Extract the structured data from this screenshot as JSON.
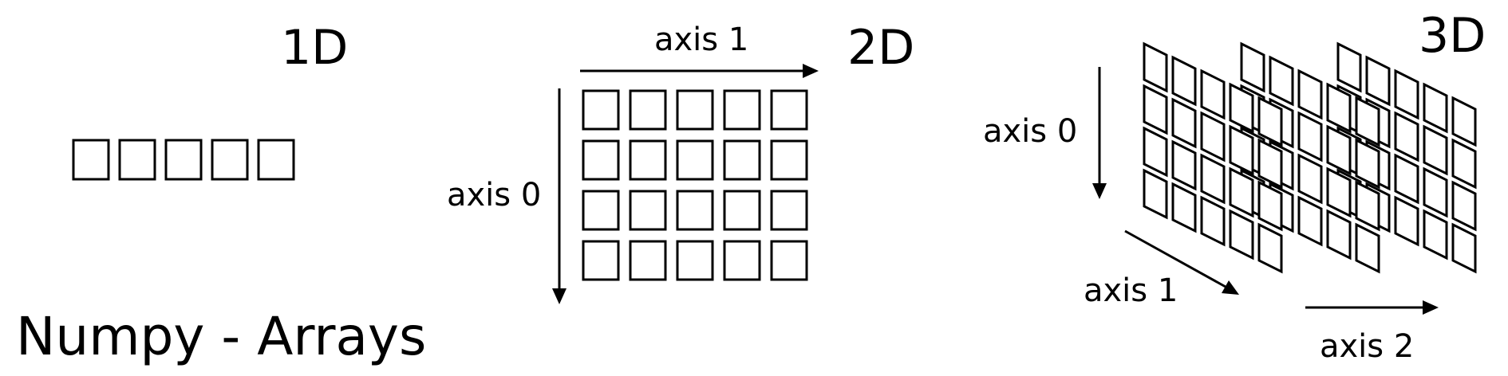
{
  "panels": {
    "one_d": {
      "heading": "1D",
      "cells": 5
    },
    "two_d": {
      "heading": "2D",
      "rows": 4,
      "cols": 5,
      "axis0_label": "axis 0",
      "axis1_label": "axis 1"
    },
    "three_d": {
      "heading": "3D",
      "layers": 3,
      "rows": 4,
      "cols": 5,
      "axis0_label": "axis 0",
      "axis1_label": "axis 1",
      "axis2_label": "axis 2"
    }
  },
  "caption": "Numpy - Arrays",
  "colors": {
    "stroke": "#000000",
    "background": "#ffffff"
  }
}
